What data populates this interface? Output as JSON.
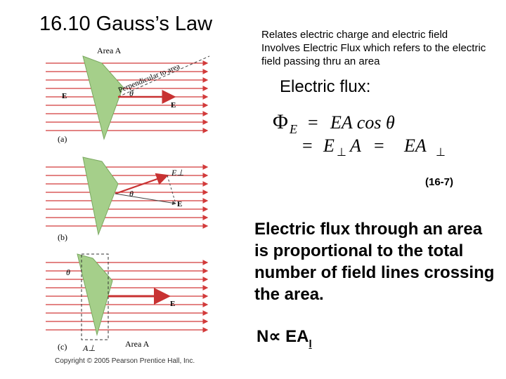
{
  "title": "16.10 Gauss’s Law",
  "description": {
    "line1": "Relates electric charge and electric field",
    "line2": "Involves Electric Flux which refers to the electric field passing thru an area"
  },
  "flux_heading": "Electric flux:",
  "equation": {
    "phi": "Φ",
    "phi_sub": "E",
    "eq": "=",
    "rhs1": "EA cos θ",
    "rhs2_e": "E",
    "perp": "⊥",
    "rhs2_a": "A",
    "rhs3": "EA",
    "label": "(16-7)"
  },
  "statement": "Electric flux through an area is proportional to the total number of field lines crossing the area.",
  "proportionality": {
    "lhs": "N∝ EA",
    "sub": "l"
  },
  "figure": {
    "panel_a": {
      "label": "(a)",
      "area_label": "Area A",
      "perp_label": "Perpendicular to area",
      "theta": "θ",
      "field_left": "E",
      "field_right": "E"
    },
    "panel_b": {
      "label": "(b)",
      "e_perp": "E⊥",
      "theta": "θ",
      "field": "E"
    },
    "panel_c": {
      "label": "(c)",
      "theta": "θ",
      "field": "E",
      "a_perp": "A⊥",
      "area_label": "Area A"
    },
    "copyright": "Copyright © 2005 Pearson Prentice Hall, Inc.",
    "colors": {
      "field_line": "#d23a3a",
      "plate": "#a5cf8a",
      "plate_edge": "#7aa860",
      "arrow": "#c83232"
    }
  }
}
